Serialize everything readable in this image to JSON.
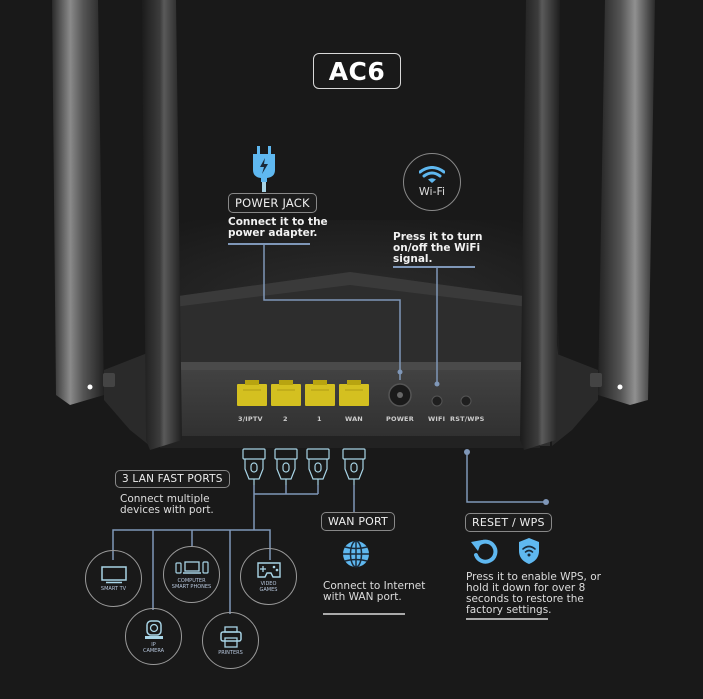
{
  "model": "AC6",
  "colors": {
    "background": "#191919",
    "accent_line": "#7f97b8",
    "icon_blue": "#5fb8f0",
    "port_yellow": "#d4c020",
    "tag_border": "#888888"
  },
  "callouts": {
    "power_jack": {
      "icon": "power-plug-icon",
      "tag": "POWER JACK",
      "description_line1": "Connect it to the",
      "description_line2": "power adapter."
    },
    "wifi": {
      "icon": "wifi-icon",
      "icon_label": "Wi-Fi",
      "description_line1": "Press it to turn",
      "description_line2": "on/off the WiFi",
      "description_line3": "signal."
    },
    "lan": {
      "tag": "3 LAN FAST PORTS",
      "description_line1": "Connect multiple",
      "description_line2": "devices with port."
    },
    "wan": {
      "tag": "WAN PORT",
      "icon": "globe-icon",
      "description_line1": "Connect to Internet",
      "description_line2": "with WAN port."
    },
    "reset_wps": {
      "tag": "RESET / WPS",
      "icons": [
        "reset-arrow-icon",
        "wps-shield-icon"
      ],
      "description_line1": "Press it to enable WPS, or",
      "description_line2": "hold it down for over 8",
      "description_line3": "seconds to restore the",
      "description_line4": "factory settings."
    }
  },
  "router_ports": [
    {
      "label": "3/IPTV",
      "type": "ethernet"
    },
    {
      "label": "2",
      "type": "ethernet"
    },
    {
      "label": "1",
      "type": "ethernet"
    },
    {
      "label": "WAN",
      "type": "ethernet"
    },
    {
      "label": "POWER",
      "type": "power"
    },
    {
      "label": "WIFI",
      "type": "button"
    },
    {
      "label": "RST/WPS",
      "type": "button"
    }
  ],
  "devices": [
    {
      "label_line1": "SMART TV",
      "label_line2": "",
      "icon": "tv-icon"
    },
    {
      "label_line1": "IP",
      "label_line2": "CAMERA",
      "icon": "camera-icon"
    },
    {
      "label_line1": "COMPUTER",
      "label_line2": "SMART PHONES",
      "icon": "computer-phones-icon"
    },
    {
      "label_line1": "PRINTERS",
      "label_line2": "",
      "icon": "printer-icon"
    },
    {
      "label_line1": "VIDEO",
      "label_line2": "GAMES",
      "icon": "gamepad-icon"
    }
  ]
}
